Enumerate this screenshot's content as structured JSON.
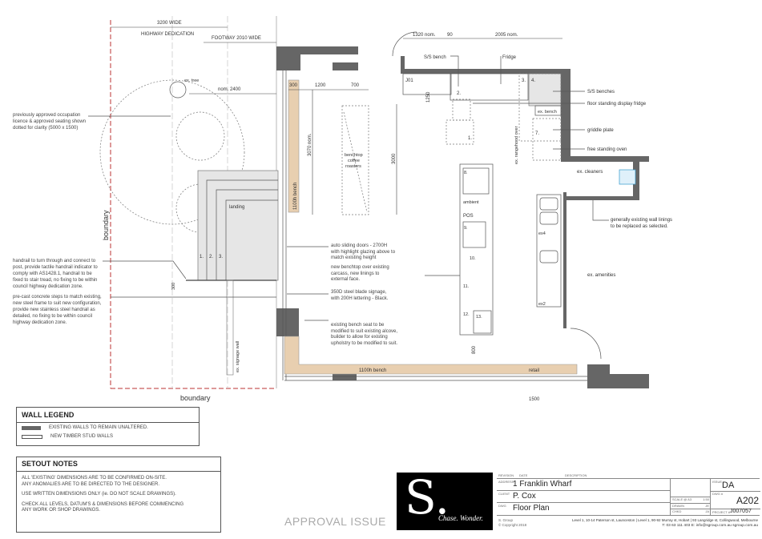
{
  "drawing": {
    "dims_top": {
      "highway_width": "3200 WIDE",
      "highway_label": "HIGHWAY DEDICATION",
      "footway": "FOOTWAY 2010 WIDE",
      "d1320": "1320 nom.",
      "d90": "90",
      "d2005": "2005 nom."
    },
    "dims_inner": {
      "d300": "300",
      "d1200": "1200",
      "d700": "700",
      "d3070": "3070 nom.",
      "d3000": "3000",
      "d1250": "1250",
      "d300b": "300",
      "d800": "800",
      "d1500": "1500",
      "nom2400": "nom. 2400"
    },
    "labels": {
      "ex_tree": "ex. tree",
      "boundary_v": "boundary",
      "boundary_h": "boundary",
      "landing": "landing",
      "bench_1100h_v": "1100h bench",
      "bench_1100h_h": "1100h bench",
      "retail": "retail",
      "benchtop_1": "benchtop",
      "benchtop_2": "coffee",
      "benchtop_3": "roasters",
      "signage_wall": "ex. signage wall",
      "j01": "J01",
      "ss_bench": "S/S bench",
      "fridge": "Fridge",
      "ss_benches": "S/S benches",
      "display_fridge": "floor standing display fridge",
      "ex_bench": "ex. bench",
      "griddle": "griddle plate",
      "oven": "free standing oven",
      "rangehood": "ex. rangehood over",
      "cleaners": "ex. cleaners",
      "wall_linings_1": "generally existing wall linings",
      "wall_linings_2": "to be replaced as selected.",
      "ambient": "ambient",
      "pos": "POS",
      "amenities": "ex. amenities",
      "ex4": "ex4",
      "ex2": "ex2",
      "n1": "1.",
      "n2": "2.",
      "n3": "3.",
      "n4": "4.",
      "n7": "7.",
      "n8": "8.",
      "n9": "9.",
      "n10": "10.",
      "n11": "11.",
      "n12": "12.",
      "n13": "13.",
      "s1": "1.",
      "s2": "2.",
      "s3": "3."
    },
    "notes": {
      "occupation": [
        "previously approved occupation",
        "licence & approved seating shown",
        "dotted for clarity (5000 x 1500)"
      ],
      "handrail": [
        "handrail to turn through and connect to",
        "post, provide tactile handrail indicator to",
        "comply with AS1428.1, handrail to be",
        "fixed to stair tread, no fixing to be within",
        "council highway dedication zone."
      ],
      "steps": [
        "pre-cast concrete steps to match existing,",
        "new steel frame to suit new configuration,",
        "provide new stainless steel handrail as",
        "detailed, no fixing to be within council",
        "highway dedication zone."
      ],
      "doors": [
        "auto sliding doors - 2700H",
        "with highlight glazing above to",
        "match existing height"
      ],
      "benchtop": [
        "new benchtop over existing",
        "carcass, new linings to",
        "external face."
      ],
      "signage": [
        "350D steel blade signage,",
        "with 200H lettering - Black."
      ],
      "bench_seat": [
        "existing bench seat to be",
        "modified to suit existing alcove,",
        "builder to allow for existing",
        "upholstry to be modified to suit."
      ]
    }
  },
  "wall_legend": {
    "title": "WALL LEGEND",
    "items": [
      "EXISTING WALLS TO REMAIN UNALTERED.",
      "NEW TIMBER STUD WALLS"
    ]
  },
  "setout_notes": {
    "title": "SETOUT NOTES",
    "lines": [
      "ALL 'EXISTING' DIMENSIONS ARE TO BE CONFIRMED ON-SITE.",
      "ANY ANOMALIES ARE TO BE DIRECTED TO THE DESIGNER.",
      "USE WRITTEN DIMENSIONS ONLY (ie. DO NOT SCALE DRAWINGS).",
      "CHECK ALL LEVELS, DATUM'S & DIMENSIONS BEFORE COMMENCING",
      "ANY WORK OR SHOP DRAWINGS."
    ]
  },
  "approval": "APPROVAL ISSUE",
  "logo": {
    "mark": "S.",
    "tagline": "Chase. Wonder."
  },
  "title_block": {
    "revision_label": "REVISION",
    "date_label": "DATE",
    "description_label": "DESCRIPTION",
    "address_label": "ADDRESS",
    "address": "1 Franklin Wharf",
    "client_label": "CLIENT",
    "client": "P. Cox",
    "dwg_label": "DWG",
    "dwg": "Floor Plan",
    "scale_label": "SCALE @ A3",
    "scale": "1:50",
    "drawn_label": "DRAWN",
    "drawn": "JE",
    "chkd_label": "CHKD",
    "chkd": "JA",
    "issue_label": "ISSUE",
    "issue": "DA",
    "dwg_no_label": "DWG #",
    "dwg_no": "A202",
    "project_label": "PROJECT #",
    "project": "J007057",
    "company": "S. Group",
    "copyright": "© Copyright 2018",
    "addresses": "Level 1, 10-14 Paterson st, Launceston | Level 1, 90-92 Murray st, Hobart | 93 Langridge st, Collingwood, Melbourne",
    "contact": "T: 03 63 111 403  E: info@sgroup.com.au  sgroup.com.au"
  }
}
